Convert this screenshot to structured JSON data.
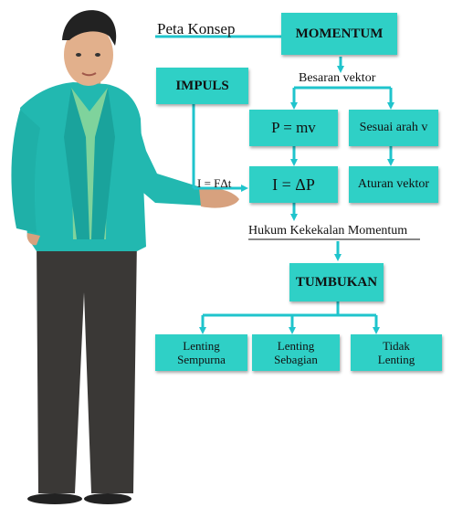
{
  "title": "Peta Konsep",
  "nodes": {
    "momentum": "MOMENTUM",
    "besaran_vektor": "Besaran vektor",
    "impuls": "IMPULS",
    "p_mv": "P = mv",
    "sesuai_arah": "Sesuai arah v",
    "impuls_rumus": "I = FΔt",
    "i_dp": "I = ΔP",
    "aturan_vektor": "Aturan vektor",
    "hukum": "Hukum Kekekalan Momentum",
    "tumbukan": "TUMBUKAN",
    "lenting_sempurna": [
      "Lenting",
      "Sempurna"
    ],
    "lenting_sebagian": [
      "Lenting",
      "Sebagian"
    ],
    "tidak_lenting": [
      "Tidak",
      "Lenting"
    ]
  },
  "colors": {
    "box": "#2fd0c6",
    "line": "#1fc4cc",
    "jacket": "#22b8b0",
    "trousers": "#3a3836"
  }
}
